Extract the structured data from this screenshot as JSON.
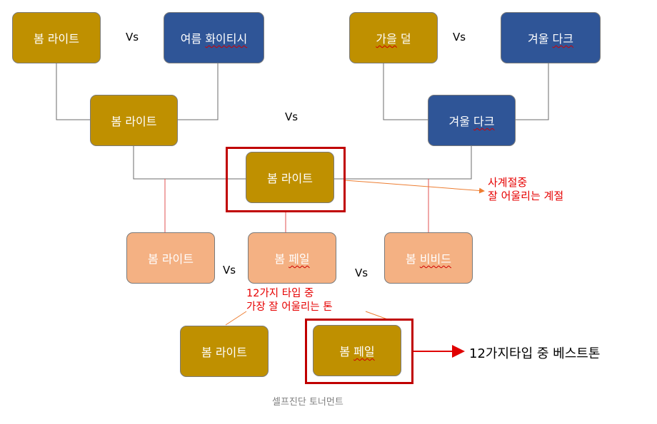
{
  "semifinal_left": {
    "a": "봄 라이트",
    "b_prefix": "여름 ",
    "b_mark": "화이티시",
    "winner": "봄 라이트"
  },
  "semifinal_right": {
    "a_mark": "가을",
    "a_suffix": " 덜",
    "b_prefix": "겨울 ",
    "b_mark": "다크",
    "winner_prefix": "겨울 ",
    "winner_mark": "다크"
  },
  "vs_label": "Vs",
  "season_final": {
    "winner": "봄 라이트",
    "note_line1": "사계절중",
    "note_line2": "잘 어울리는 계절"
  },
  "tone_round": {
    "a": "봄 라이트",
    "b_prefix": "봄 ",
    "b_mark": "페일",
    "c_prefix": "봄 ",
    "c_mark": "비비드"
  },
  "tone_note": {
    "line1": "12가지 타입 중",
    "line2": "가장 잘 어울리는 톤"
  },
  "tone_final": {
    "a": "봄 라이트",
    "b_prefix": "봄 ",
    "b_mark": "페일"
  },
  "best_label": "12가지타입 중 베스트톤",
  "caption": "셀프진단 토너먼트",
  "colors": {
    "gold": "#bf9000",
    "blue": "#2f5597",
    "peach": "#f4b183",
    "highlight_red": "#c00000",
    "note_red": "#e60000",
    "arrow_orange": "#ed7d31"
  }
}
